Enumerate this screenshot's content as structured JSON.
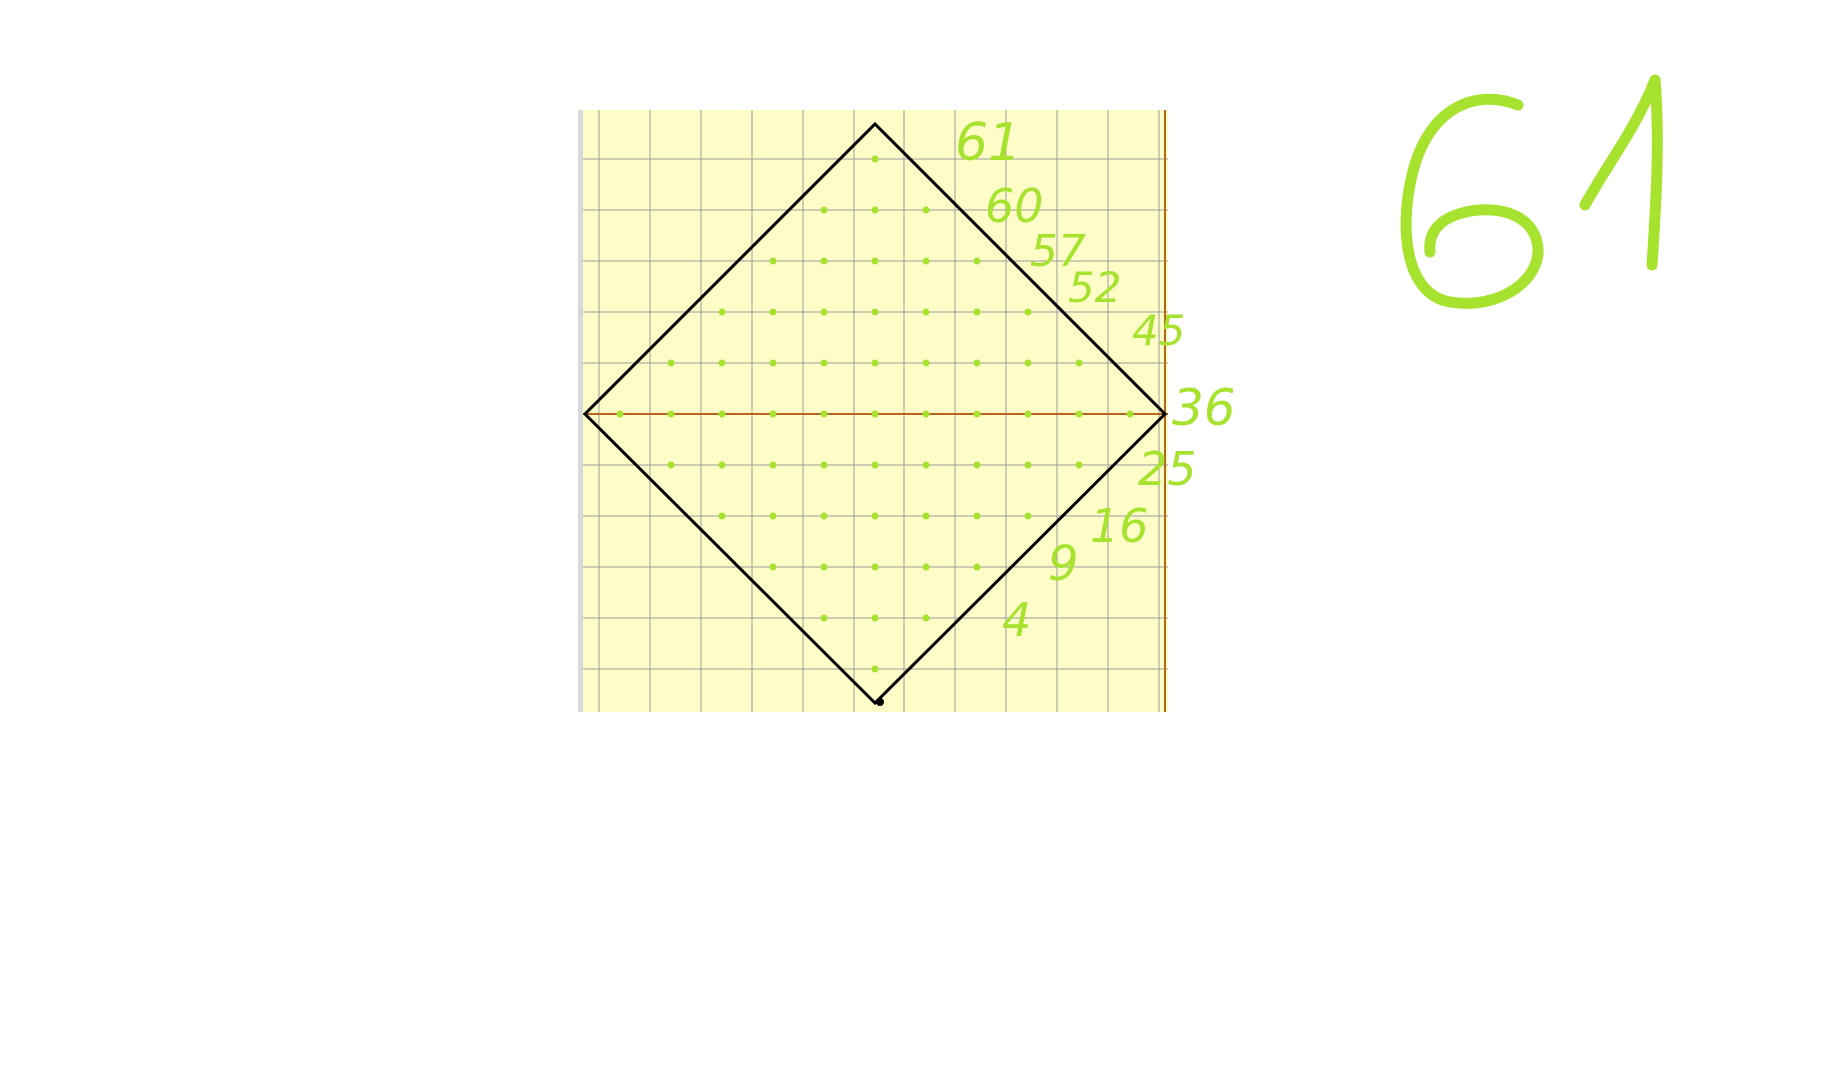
{
  "colors": {
    "grid_background": "#fefdc8",
    "grid_line": "#9a9a9a",
    "axis_line": "#b5651d",
    "square_outline": "#000000",
    "handwriting": "#a6e22e",
    "dot": "#a6e22e"
  },
  "total_label": "61",
  "annotations": {
    "row_counts": [
      "61",
      "60",
      "57",
      "52",
      "45",
      "36",
      "25",
      "16",
      "9",
      "4"
    ]
  }
}
